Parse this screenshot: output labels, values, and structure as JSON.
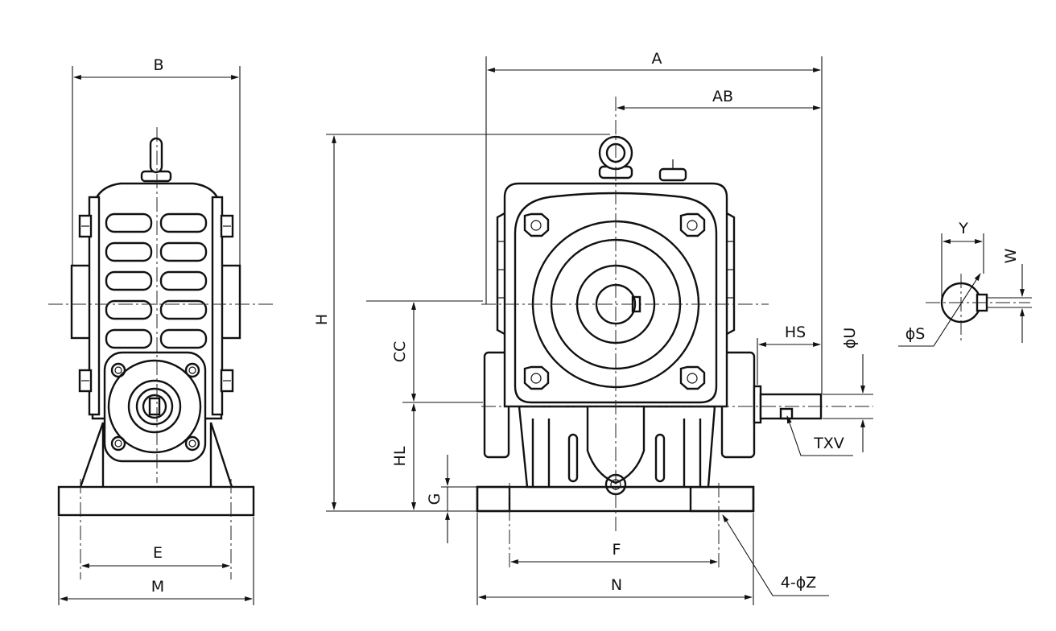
{
  "diagram": {
    "labels": {
      "B": "B",
      "E": "E",
      "M": "M",
      "A": "A",
      "AB": "AB",
      "H": "H",
      "CC": "CC",
      "HL": "HL",
      "G": "G",
      "F": "F",
      "N": "N",
      "HS": "HS",
      "U": "ϕU",
      "TXV": "TXV",
      "Z": "4-ϕZ",
      "Y": "Y",
      "W": "W",
      "S": "ϕS"
    },
    "colors": {
      "line": "#111111",
      "background": "#ffffff"
    }
  }
}
